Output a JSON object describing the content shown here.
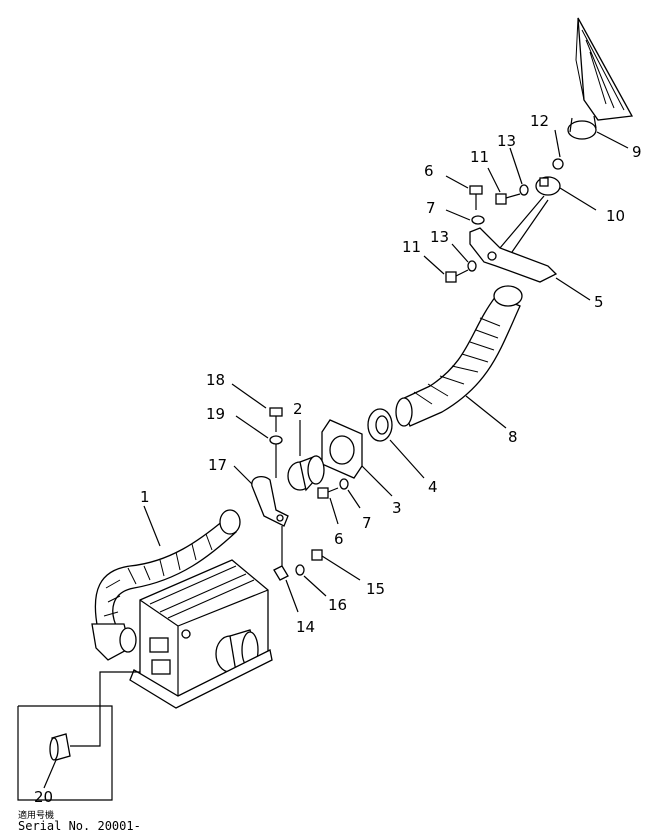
{
  "callouts": [
    "1",
    "2",
    "3",
    "4",
    "5",
    "6",
    "6",
    "7",
    "7",
    "8",
    "9",
    "10",
    "11",
    "11",
    "12",
    "13",
    "13",
    "14",
    "15",
    "16",
    "17",
    "18",
    "19",
    "20"
  ],
  "serial": {
    "label_jp": "適用号機",
    "label": "Serial No. 20001-"
  }
}
